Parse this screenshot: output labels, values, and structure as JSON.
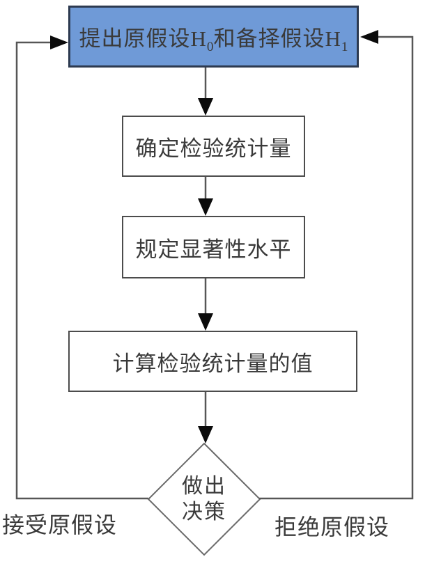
{
  "flowchart": {
    "top_node": {
      "part1": "提出原假设H",
      "sub1": "0",
      "part2": "和备择假设H",
      "sub2": "1"
    },
    "steps": [
      {
        "label": "确定检验统计量"
      },
      {
        "label": "规定显著性水平"
      },
      {
        "label": "计算检验统计量的值"
      }
    ],
    "decision_node": {
      "line1": "做出",
      "line2": "决策"
    },
    "branches": {
      "accept_label": "接受原假设",
      "reject_label": "拒绝原假设"
    },
    "colors": {
      "node_fill": "#6f9ad7",
      "node_stroke_blue": "#2d3a50",
      "box_stroke": "#4c4c4c",
      "line": "#565656",
      "arrow": "#0b0b0b",
      "diamond_stroke": "#6a6a6a",
      "text": "#3a3a3a",
      "background": "#ffffff"
    }
  }
}
